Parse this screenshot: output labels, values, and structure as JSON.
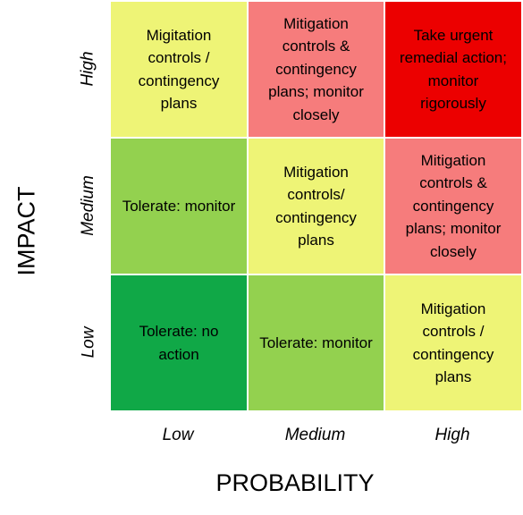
{
  "axes": {
    "y_title": "IMPACT",
    "x_title": "PROBABILITY",
    "row_labels": [
      "High",
      "Medium",
      "Low"
    ],
    "col_labels": [
      "Low",
      "Medium",
      "High"
    ]
  },
  "colors": {
    "yellow": "#EEF476",
    "salmon": "#F67C7C",
    "red": "#EC0000",
    "light_green": "#93D14F",
    "dark_green": "#10A847"
  },
  "matrix": {
    "rows": [
      {
        "impact": "High",
        "cells": [
          {
            "text": "Migitation\ncontrols /\ncontingency\nplans",
            "color": "#EEF476"
          },
          {
            "text": "Mitigation\ncontrols &\ncontingency\nplans; monitor\nclosely",
            "color": "#F67C7C"
          },
          {
            "text": "Take urgent\nremedial action;\nmonitor\nrigorously",
            "color": "#EC0000"
          }
        ]
      },
      {
        "impact": "Medium",
        "cells": [
          {
            "text": "Tolerate: monitor",
            "color": "#93D14F"
          },
          {
            "text": "Mitigation\ncontrols/\ncontingency\nplans",
            "color": "#EEF476"
          },
          {
            "text": "Mitigation\ncontrols &\ncontingency\nplans; monitor\nclosely",
            "color": "#F67C7C"
          }
        ]
      },
      {
        "impact": "Low",
        "cells": [
          {
            "text": "Tolerate: no\naction",
            "color": "#10A847"
          },
          {
            "text": "Tolerate: monitor",
            "color": "#93D14F"
          },
          {
            "text": "Mitigation\ncontrols /\ncontingency\nplans",
            "color": "#EEF476"
          }
        ]
      }
    ]
  }
}
